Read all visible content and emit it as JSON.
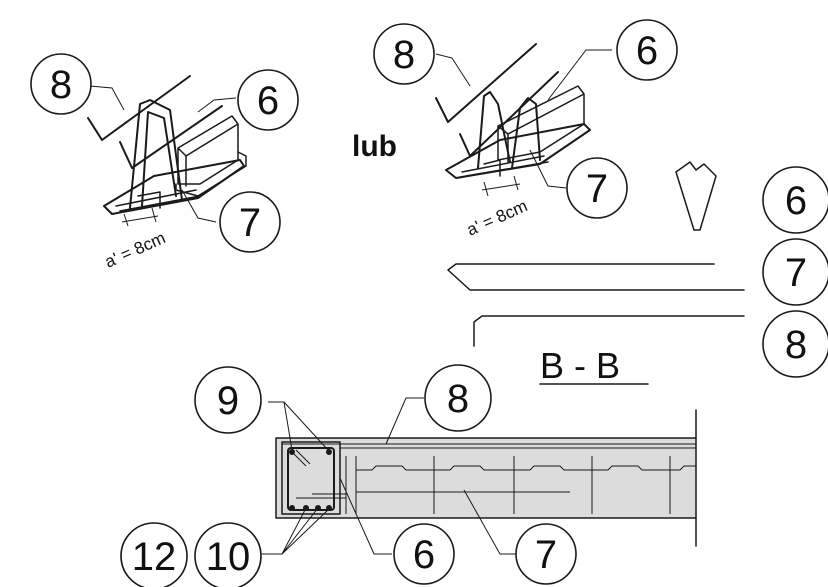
{
  "labels": {
    "top_left": {
      "b8": "8",
      "b6": "6",
      "b7": "7",
      "dim": "a' = 8cm"
    },
    "lub": "lub",
    "top_mid": {
      "b8": "8",
      "b6": "6",
      "b7": "7",
      "dim": "a' = 8cm"
    },
    "legend": {
      "b6": "6",
      "b7": "7",
      "b8": "8"
    },
    "section_title": "B - B",
    "section": {
      "b9": "9",
      "b8": "8",
      "b12": "12",
      "b10": "10",
      "b6": "6",
      "b7": "7"
    }
  },
  "colors": {
    "line": "#1a1a1a",
    "beam_fill": "#dcdcdc",
    "background": "#ffffff"
  }
}
